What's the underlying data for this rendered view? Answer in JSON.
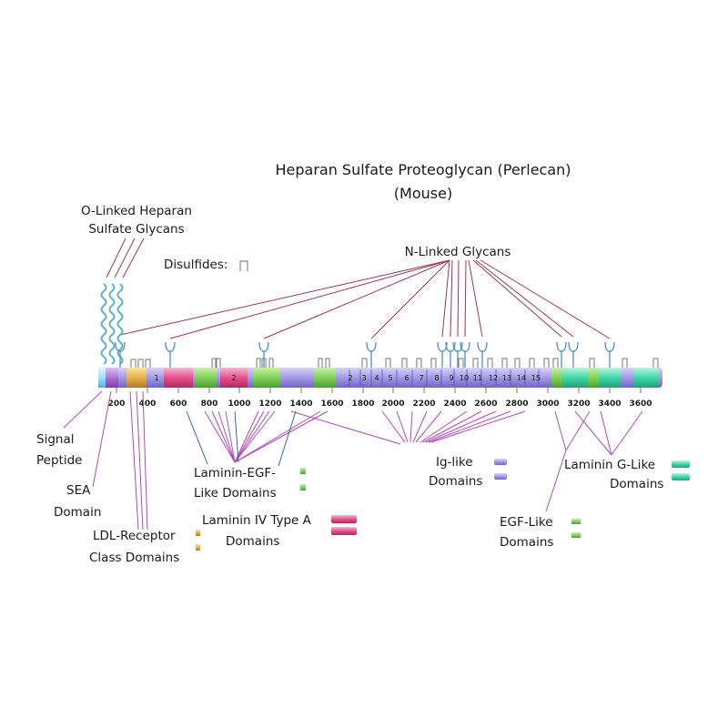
{
  "title": {
    "line1": "Heparan Sulfate Proteoglycan (Perlecan)",
    "line2": "(Mouse)"
  },
  "labels": {
    "o_linked_1": "O-Linked Heparan",
    "o_linked_2": "Sulfate Glycans",
    "disulfides": "Disulfides:",
    "n_linked": "N-Linked Glycans",
    "signal_1": "Signal",
    "signal_2": "Peptide",
    "sea_1": "SEA",
    "sea_2": "Domain",
    "ldl_1": "LDL-Receptor",
    "ldl_2": "Class Domains",
    "lam_egf_1": "Laminin-EGF-",
    "lam_egf_2": "Like Domains",
    "lam4_1": "Laminin IV Type A",
    "lam4_2": "Domains",
    "ig_1": "Ig-like",
    "ig_2": "Domains",
    "egf_1": "EGF-Like",
    "egf_2": "Domains",
    "lamg_1": "Laminin G-Like",
    "lamg_2": "Domains"
  },
  "axis_ticks": [
    "200",
    "400",
    "600",
    "800",
    "1000",
    "1200",
    "1400",
    "1600",
    "1800",
    "2000",
    "2200",
    "2400",
    "2600",
    "2800",
    "3000",
    "3200",
    "3400",
    "3600"
  ],
  "laminin_iv_numbers": [
    "1",
    "2"
  ],
  "ig_numbers": [
    "2",
    "3",
    "4",
    "5",
    "6",
    "7",
    "8",
    "9",
    "10",
    "11",
    "12",
    "13",
    "14",
    "15"
  ],
  "colors": {
    "backbone": "#a59ae6",
    "laminin_egf": "#7fd35a",
    "laminin_iv": "#e8508a",
    "ldl": "#e8b24a",
    "sea": "#b070d8",
    "laminin_g": "#40d8a8",
    "signal": "#9be0ff",
    "leader_purple": "#b04ab8",
    "leader_blue": "#2a6aa8",
    "heparan": "#58b0d8"
  }
}
